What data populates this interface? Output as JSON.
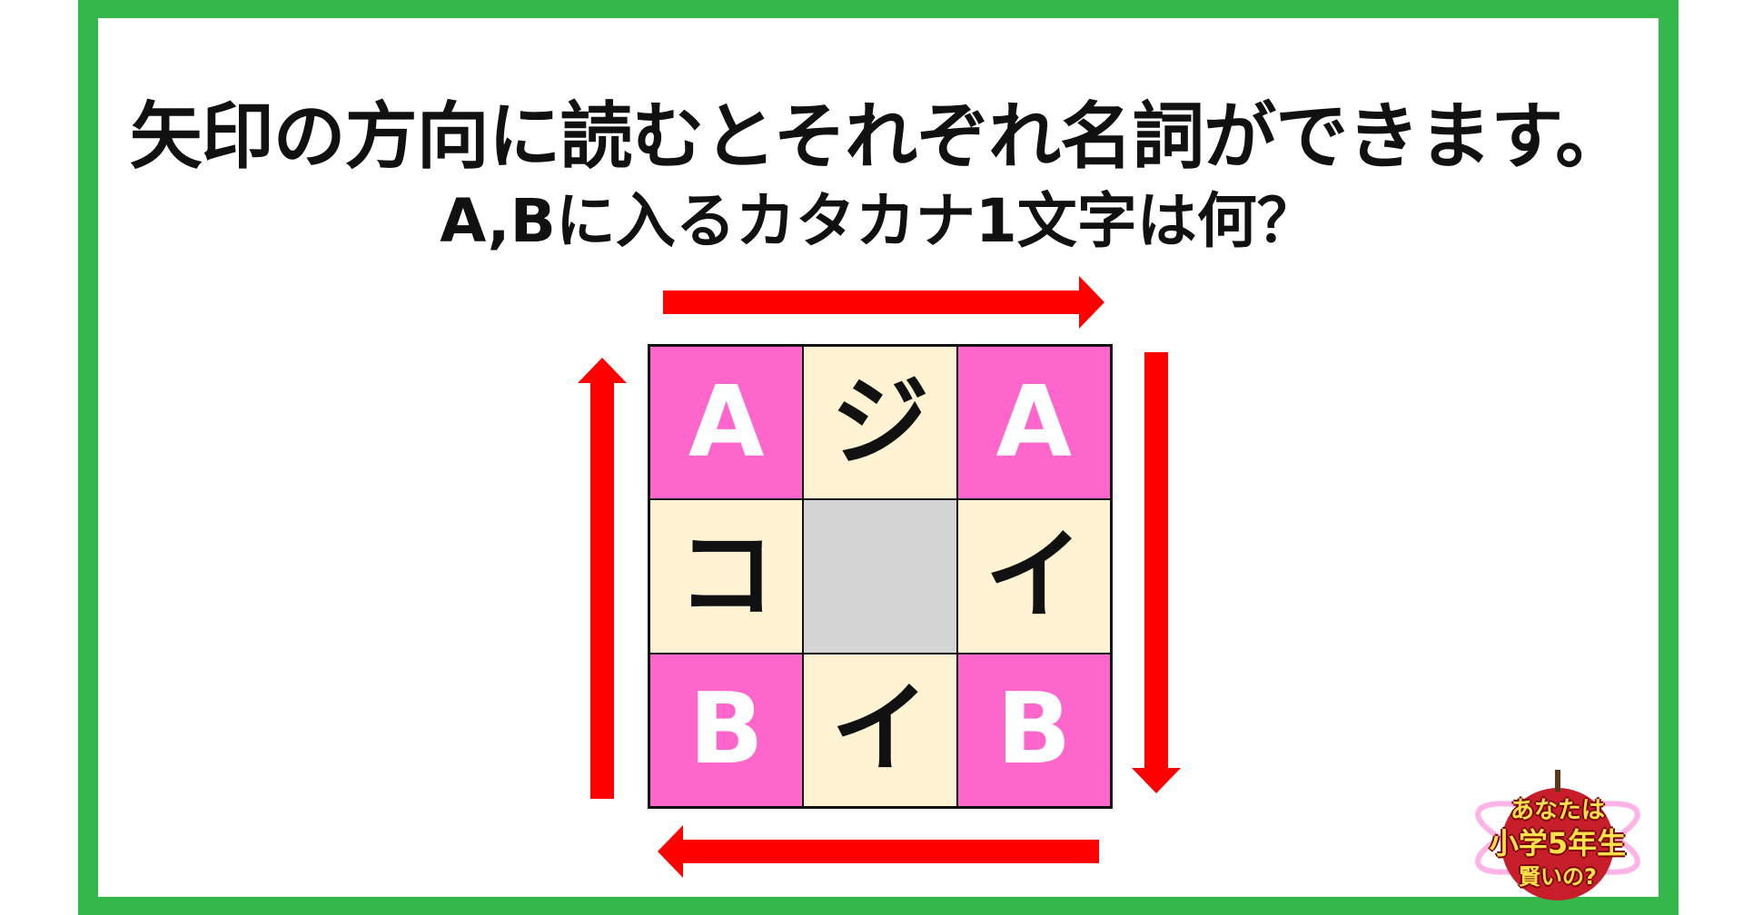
{
  "colors": {
    "frame": "#34b84c",
    "arrow": "#ff0000",
    "pink_cell": "#ff66cc",
    "cream_cell": "#fff3d4",
    "center_cell": "#d4d4d4"
  },
  "question": {
    "line1": "矢印の方向に読むとそれぞれ名詞ができます。",
    "line2": "A,Bに入るカタカナ1文字は何？"
  },
  "grid": [
    [
      "A",
      "ジ",
      "A"
    ],
    [
      "コ",
      "",
      "イ"
    ],
    [
      "B",
      "イ",
      "B"
    ]
  ],
  "arrows": [
    "right",
    "down",
    "left",
    "up"
  ],
  "logo": {
    "line1": "あなたは",
    "line2": "小学5年生",
    "line3": "賢いの?"
  }
}
